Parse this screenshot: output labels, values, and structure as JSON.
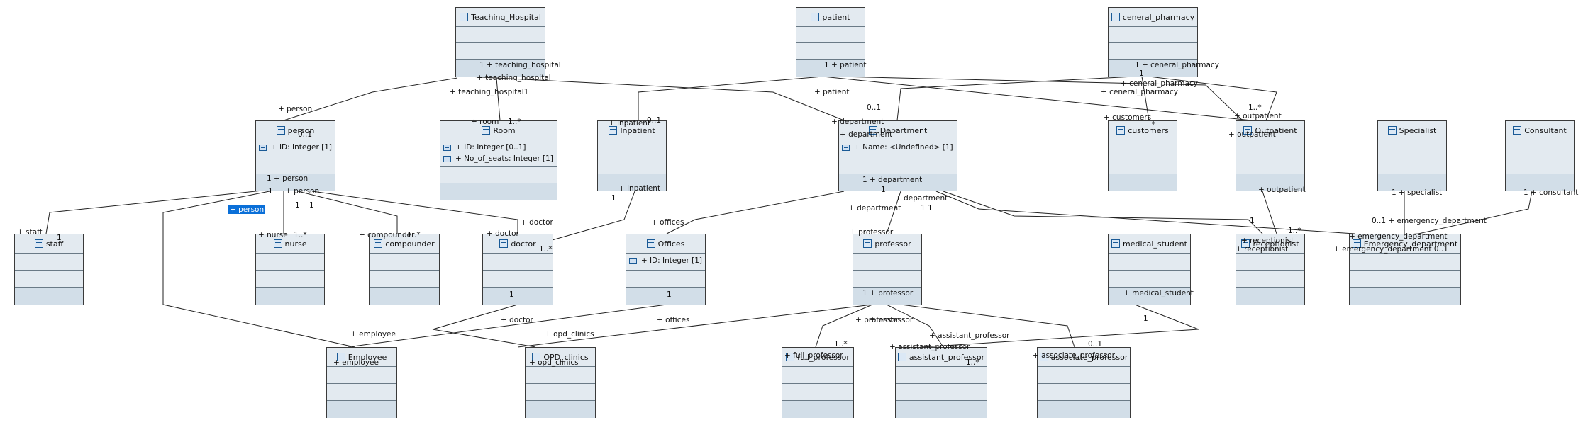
{
  "classes": [
    {
      "id": "teaching_hospital",
      "name": "Teaching_Hospital",
      "attrs": []
    },
    {
      "id": "patient",
      "name": "patient",
      "attrs": []
    },
    {
      "id": "ceneral_pharmacy",
      "name": "ceneral_pharmacy",
      "attrs": []
    },
    {
      "id": "person",
      "name": "person",
      "attrs": [
        "+ ID: Integer [1]"
      ]
    },
    {
      "id": "room",
      "name": "Room",
      "attrs": [
        "+ ID: Integer [0..1]",
        "+ No_of_seats: Integer [1]"
      ]
    },
    {
      "id": "inpatient",
      "name": "Inpatient",
      "attrs": []
    },
    {
      "id": "department",
      "name": "Department",
      "attrs": [
        "+ Name: <Undefined> [1]"
      ]
    },
    {
      "id": "customers",
      "name": "customers",
      "attrs": []
    },
    {
      "id": "outpatient",
      "name": "Outpatient",
      "attrs": []
    },
    {
      "id": "specialist",
      "name": "Specialist",
      "attrs": []
    },
    {
      "id": "consultant",
      "name": "Consultant",
      "attrs": []
    },
    {
      "id": "staff",
      "name": "staff",
      "attrs": []
    },
    {
      "id": "nurse",
      "name": "nurse",
      "attrs": []
    },
    {
      "id": "compounder",
      "name": "compounder",
      "attrs": []
    },
    {
      "id": "doctor",
      "name": "doctor",
      "attrs": []
    },
    {
      "id": "offices",
      "name": "Offices",
      "attrs": [
        "+ ID: Integer [1]"
      ]
    },
    {
      "id": "professor",
      "name": "professor",
      "attrs": []
    },
    {
      "id": "medical_student",
      "name": "medical_student",
      "attrs": []
    },
    {
      "id": "receptionist",
      "name": "receptionist",
      "attrs": []
    },
    {
      "id": "emergency_department",
      "name": "Emergency_department",
      "attrs": []
    },
    {
      "id": "employee",
      "name": "Employee",
      "attrs": []
    },
    {
      "id": "opd_clinics",
      "name": "OPD_clinics",
      "attrs": []
    },
    {
      "id": "full_professor",
      "name": "full_professor",
      "attrs": []
    },
    {
      "id": "assistant_professor",
      "name": "assistant_professor",
      "attrs": []
    },
    {
      "id": "associate_professor",
      "name": "associate_professor",
      "attrs": []
    }
  ],
  "labels": [
    "1  + teaching_hospital",
    "+ teaching_hospital",
    "+ teaching_hospital1",
    "1 + patient",
    "+ patient",
    "0..1",
    "1  + ceneral_pharmacy",
    "1",
    "+ ceneral_pharmacy",
    "+ ceneral_pharmacyl",
    "+ person",
    "0..1",
    "+ room",
    "1..*",
    "+ inpatient",
    "0..1",
    "+ department",
    "+ department",
    "+ customers",
    "*",
    "1..*",
    "+ outpatient",
    "+ outpatient",
    "1  + person",
    "1",
    "+ person",
    "+ person",
    "1",
    "1",
    "+ staff",
    "1",
    "+ nurse",
    "1..*",
    "+ compounder",
    "1..*",
    "+ doctor",
    "+ doctor",
    "1..*",
    "+ inpatient",
    "1",
    "1  + department",
    "1",
    "+ department",
    "+ department",
    "1  1",
    "+ offices",
    "+ professor",
    "1",
    "1  + professor",
    "+ outpatient",
    "1",
    "+ receptionist",
    "+ receptionist",
    "1..*",
    "1  + specialist",
    "1  + consultant",
    "0..1 + emergency_department",
    "+ emergency_department",
    "+ emergency_department  0..1",
    "+ medical_student",
    "1",
    "1",
    "+ employee",
    "+ employee",
    "+ doctor",
    "+ opd_clinics",
    "+ offices",
    "+ opd_clinics",
    "+ professor",
    "+ professor",
    "+ full_professor",
    "1..*",
    "+ assistant_professor",
    "+ assistant_professor",
    "1..*",
    "+ associate_professor",
    "0..1"
  ]
}
